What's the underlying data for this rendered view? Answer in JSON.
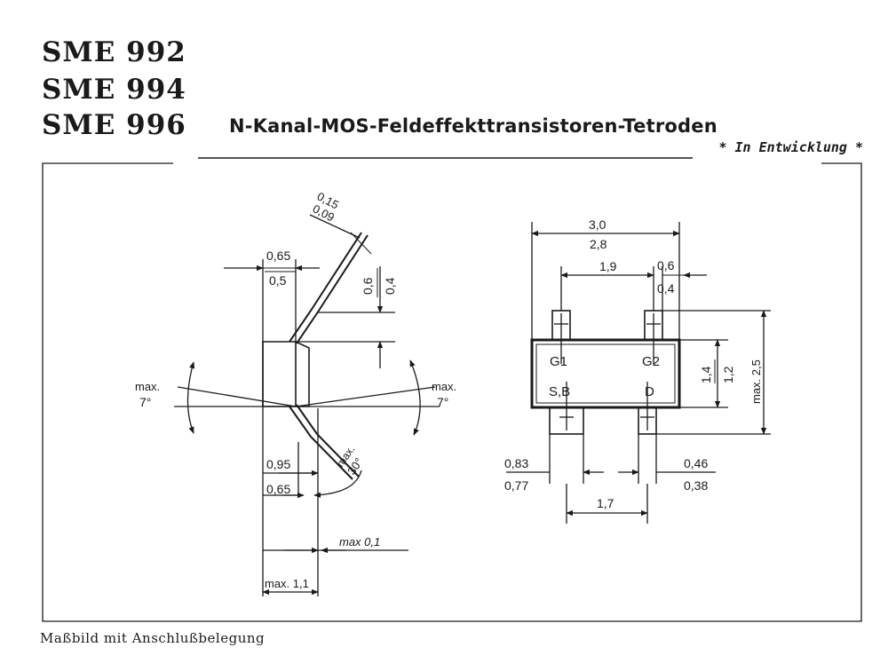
{
  "header": {
    "parts": [
      "SME 992",
      "SME 994",
      "SME 996"
    ],
    "title": "N-Kanal-MOS-Feldeffekttransistoren-Tetroden",
    "status_note": "* In Entwicklung *"
  },
  "side_view": {
    "lead_thickness": {
      "max": "0,15",
      "min": "0,09"
    },
    "lead_width": {
      "max": "0,65",
      "min": "0,5"
    },
    "standoff": {
      "max": "0,6",
      "min": "0,4"
    },
    "draft_angle_left": {
      "label": "max.",
      "value": "7°"
    },
    "draft_angle_right": {
      "label": "max.",
      "value": "7°"
    },
    "lead_angle": {
      "label": "max.",
      "value": "30°"
    },
    "lead_length": {
      "max": "0,95",
      "min": "0,65"
    },
    "coplanarity": "max 0,1",
    "height": "max. 1,1"
  },
  "top_view": {
    "body_length": {
      "max": "3,0",
      "min": "2,8"
    },
    "pad_pitch": "1,9",
    "pad_width_top": {
      "max": "0,6",
      "min": "0,4"
    },
    "body_width": {
      "max": "1,4",
      "min": "1,2"
    },
    "overall_width": "max. 2,5",
    "pad_width_left": {
      "max": "0,83",
      "min": "0,77"
    },
    "pad_width_right": {
      "max": "0,46",
      "min": "0,38"
    },
    "pad_pitch_bottom": "1,7",
    "pins": {
      "g1": "G1",
      "g2": "G2",
      "sb": "S,B",
      "d": "D"
    }
  },
  "caption": "Maßbild mit Anschlußbelegung"
}
